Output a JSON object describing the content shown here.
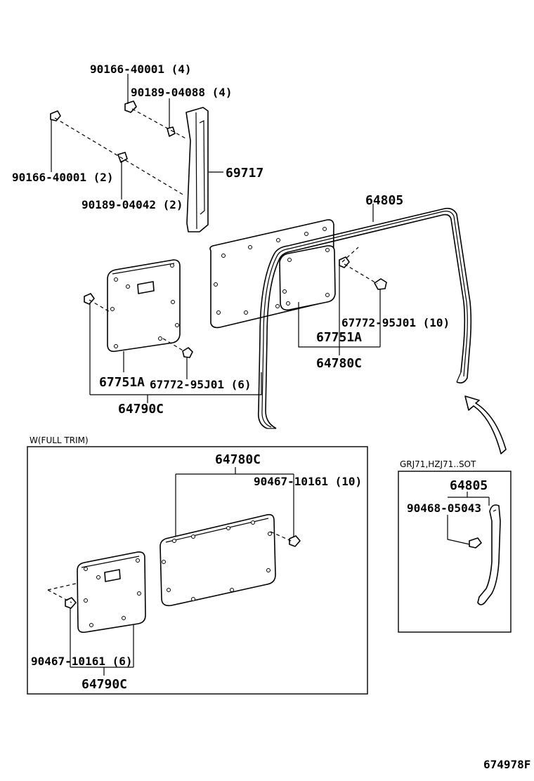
{
  "labels": {
    "p90166_40001_4": "90166-40001 (4)",
    "p90189_04088_4": "90189-04088 (4)",
    "p69717": "69717",
    "p90166_40001_2": "90166-40001 (2)",
    "p90189_04042_2": "90189-04042 (2)",
    "p64805_top": "64805",
    "p67772_95J01_10": "67772-95J01 (10)",
    "p67751A_right": "67751A",
    "p64780C_top": "64780C",
    "p67751A_left": "67751A",
    "p67772_95J01_6": "67772-95J01 (6)",
    "p64790C_top": "64790C",
    "full_trim_title": "W(FULL TRIM)",
    "p64780C_box": "64780C",
    "p90467_10161_10": "90467-10161 (10)",
    "p90467_10161_6": "90467-10161 (6)",
    "p64790C_box": "64790C",
    "sot_title": "GRJ71,HZJ71..SOT",
    "p64805_box": "64805",
    "p90468_05043": "90468-05043",
    "figure_code": "674978F"
  }
}
